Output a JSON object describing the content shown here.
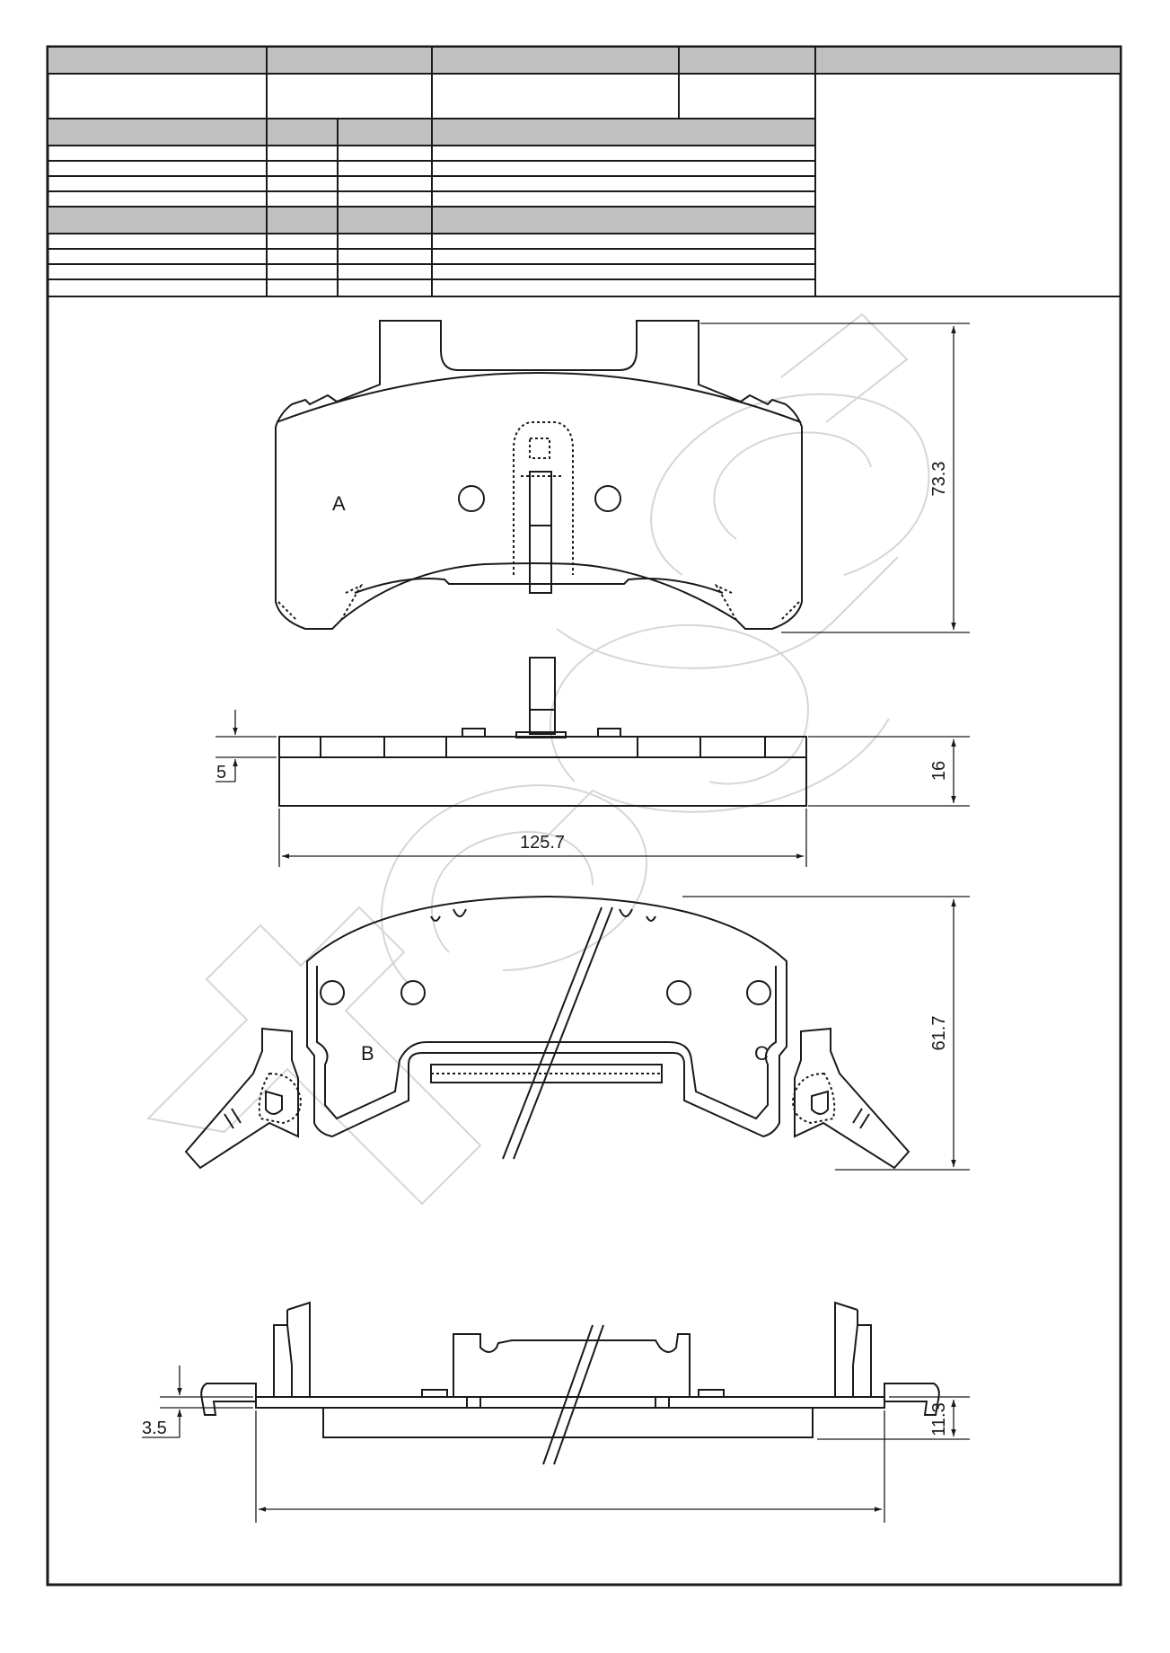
{
  "title_block": {
    "header_row": [
      "",
      "",
      "",
      "",
      ""
    ],
    "value_row": [
      "",
      "",
      "",
      ""
    ],
    "section_1_header": [
      "",
      "",
      "",
      ""
    ],
    "section_1_rows": [
      [
        "",
        "",
        "",
        ""
      ],
      [
        "",
        "",
        "",
        ""
      ],
      [
        "",
        "",
        "",
        ""
      ],
      [
        "",
        "",
        "",
        ""
      ]
    ],
    "section_2_header": [
      "",
      "",
      "",
      ""
    ],
    "section_2_rows": [
      [
        "",
        "",
        "",
        ""
      ],
      [
        "",
        "",
        "",
        ""
      ],
      [
        "",
        "",
        "",
        ""
      ],
      [
        "",
        "",
        "",
        ""
      ]
    ]
  },
  "views": {
    "top_pad_label": "A",
    "left_clip_label": "B",
    "right_clip_label": "C"
  },
  "dimensions": {
    "pad_height": "73.3",
    "total_thickness": "16",
    "backplate_thickness": "5",
    "pad_width": "125.7",
    "clip_height": "61.7",
    "clip_thickness": "11.3",
    "clip_offset": "3.5"
  },
  "colors": {
    "line": "#1a1a1a",
    "header_fill": "#c0c0c0",
    "watermark": "#d6d6d6"
  }
}
